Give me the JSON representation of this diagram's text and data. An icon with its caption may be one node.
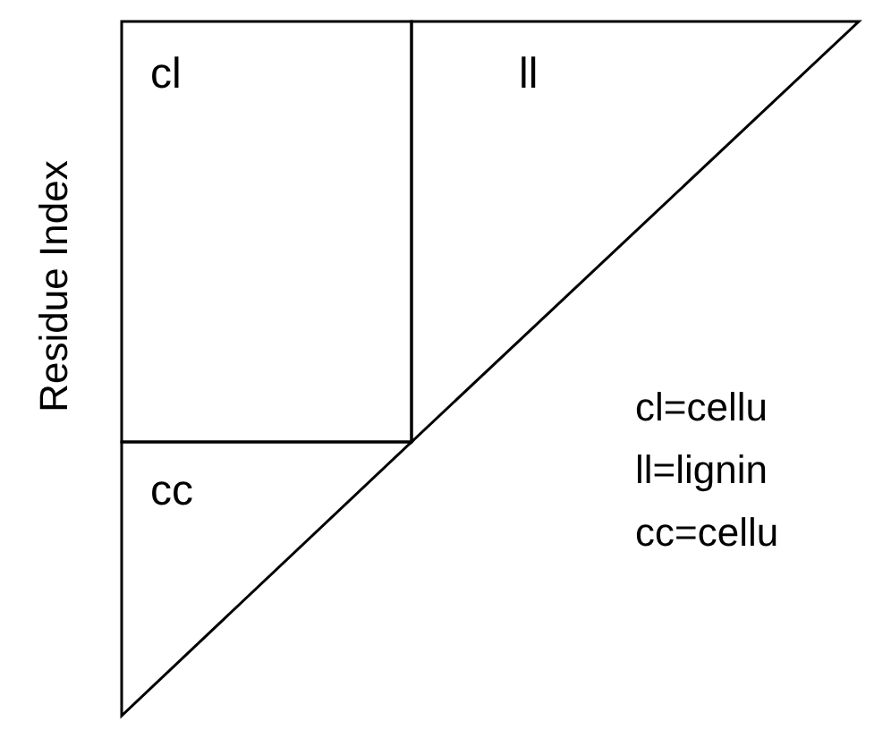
{
  "diagram": {
    "nodes": [
      {
        "text": [
          "cl"
        ]
      },
      {
        "text": [
          "ll"
        ]
      },
      {
        "text": [
          "cc"
        ]
      }
    ],
    "labels": [
      "Residue Index",
      "cl=cellu",
      "ll=lignin",
      "cc=cellu"
    ]
  }
}
